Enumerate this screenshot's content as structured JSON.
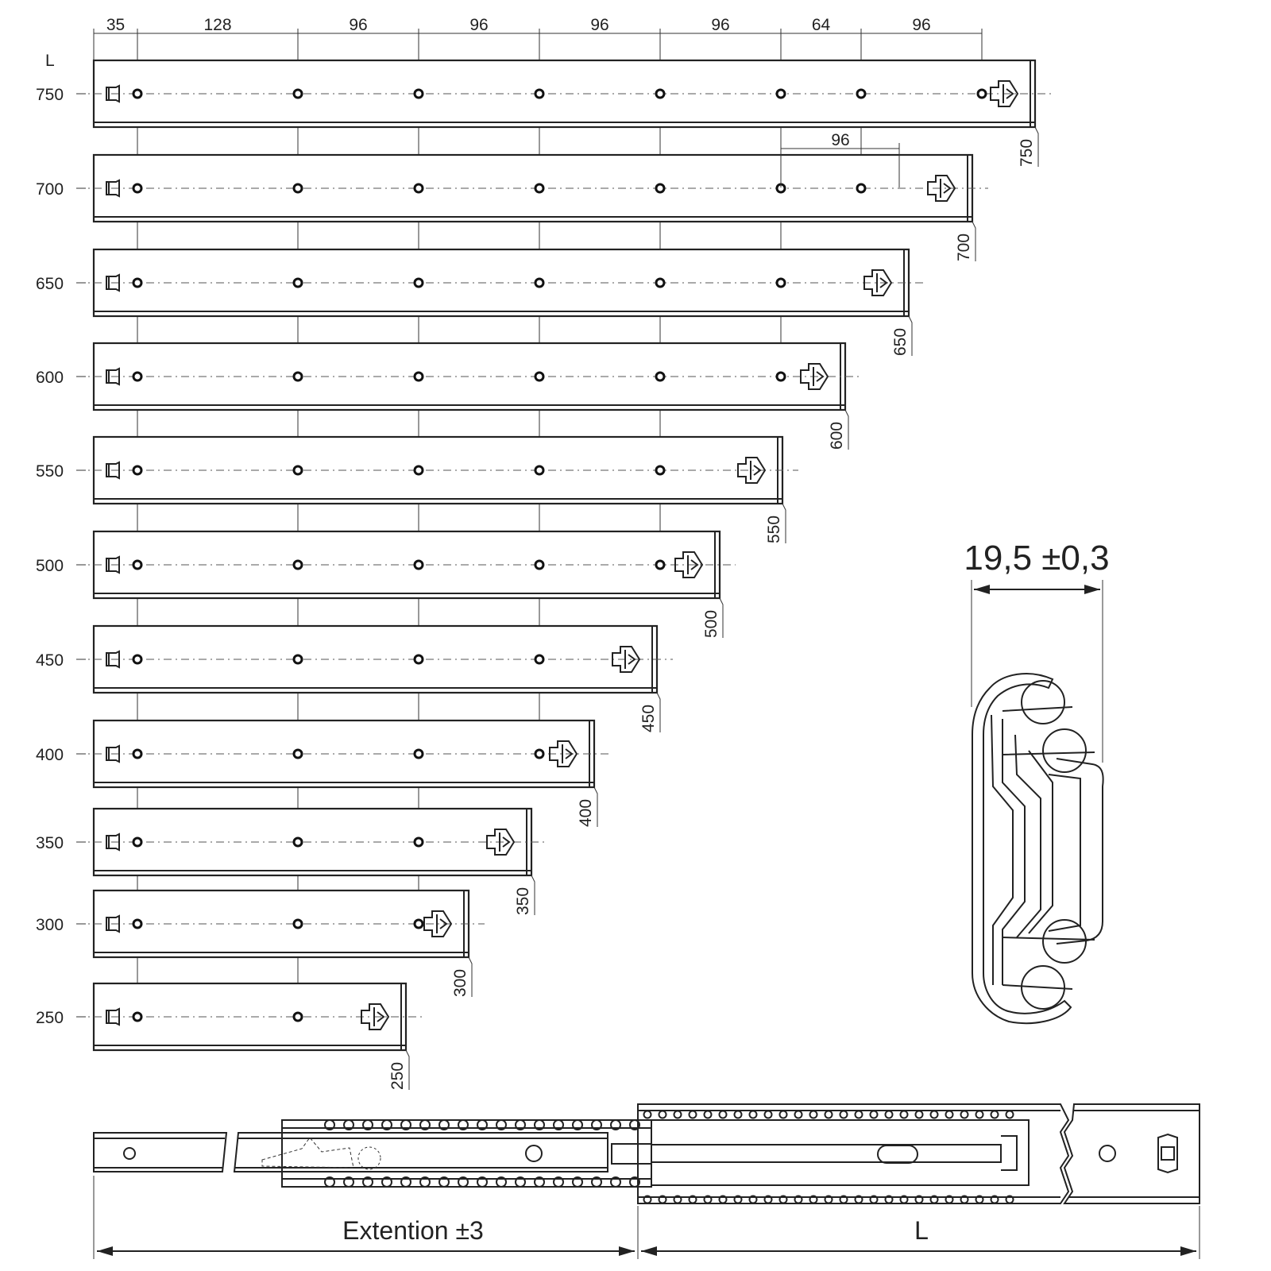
{
  "header": {
    "length_column_label": "L"
  },
  "top_dimensions": [
    "35",
    "128",
    "96",
    "96",
    "96",
    "96",
    "64",
    "96"
  ],
  "rail_700_extra_dimension": "96",
  "rails": [
    {
      "length": "750"
    },
    {
      "length": "700"
    },
    {
      "length": "650"
    },
    {
      "length": "600"
    },
    {
      "length": "550"
    },
    {
      "length": "500"
    },
    {
      "length": "450"
    },
    {
      "length": "400"
    },
    {
      "length": "350"
    },
    {
      "length": "300"
    },
    {
      "length": "250"
    }
  ],
  "cross_section": {
    "width_label": "19,5 ±0,3"
  },
  "extension_view": {
    "extension_label": "Extention ±3",
    "length_label": "L"
  },
  "colors": {
    "line": "#222222",
    "background": "#ffffff"
  }
}
